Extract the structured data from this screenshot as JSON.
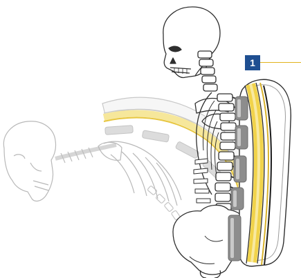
{
  "callout": {
    "number": "1",
    "badge_color": "#1f4f91",
    "leader_color": "#e2b21b"
  },
  "colors": {
    "yellow_layer": "#f1d34a",
    "yellow_light": "#f6e79b",
    "pad_gray": "#8d8d8d",
    "pad_light": "#c8c8c8",
    "bone_line": "#333333",
    "ghost_line": "#b5b5b5"
  },
  "icons": [
    "upright-skeleton",
    "reclined-ghost-skeleton",
    "backrest-cushion",
    "reclined-backrest-ghost"
  ]
}
